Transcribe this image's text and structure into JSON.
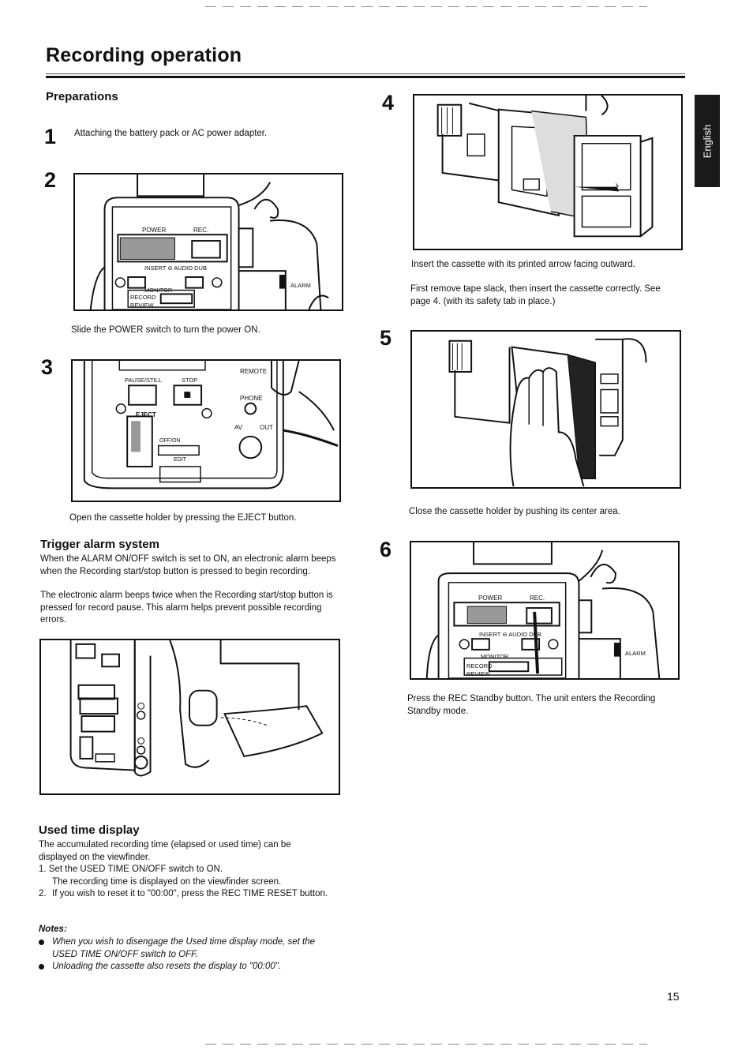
{
  "page": {
    "title": "Recording operation",
    "language_tab": "English",
    "page_number": "15"
  },
  "left": {
    "preparations_heading": "Preparations",
    "step1_number": "1",
    "step1_text": "Attaching the battery pack or AC power adapter.",
    "step2_number": "2",
    "step2_caption": "Slide the POWER switch to turn the power ON.",
    "step2_fig": {
      "power": "POWER",
      "rec": "REC.",
      "insert_audio": "INSERT ⊖ AUDIO DUB",
      "monitor": "MONITOR",
      "record": "RECORD",
      "review": "REVIEW",
      "alarm": "ALARM"
    },
    "step3_number": "3",
    "step3_caption": "Open the cassette holder by pressing the EJECT button.",
    "step3_fig": {
      "pause": "PAUSE/STILL",
      "stop": "STOP",
      "eject": "EJECT",
      "offon": "OFF/ON",
      "edit": "EDIT",
      "remote": "REMOTE",
      "phone": "PHONE",
      "av": "AV",
      "out": "OUT"
    },
    "trigger_heading": "Trigger alarm system",
    "trigger_p1": "When the ALARM ON/OFF switch is set to ON, an electronic alarm beeps when the Recording start/stop button is pressed to begin recording.",
    "trigger_p2": "The electronic alarm beeps twice when the Recording start/stop button is pressed for record pause. This alarm helps prevent possible recording errors.",
    "used_heading": "Used time display",
    "used_p1": "The accumulated recording time (elapsed or used time) can be displayed on the viewfinder.",
    "used_items": [
      {
        "n": "1.",
        "text": "Set the USED TIME ON/OFF switch to ON.",
        "sub": "The recording time is displayed on the viewfinder screen."
      },
      {
        "n": "2.",
        "text": "If you wish to reset it to \"00:00\", press the REC TIME RESET button.",
        "sub": ""
      }
    ],
    "notes_heading": "Notes:",
    "notes": [
      "When you wish to disengage the Used time display mode, set the USED TIME ON/OFF switch to OFF.",
      "Unloading the cassette also resets the display to \"00:00\"."
    ]
  },
  "right": {
    "step4_number": "4",
    "step4_caption1": "Insert the cassette with its printed arrow facing outward.",
    "step4_caption2": "First remove tape slack, then insert the cassette correctly. See page 4. (with its safety tab in place.)",
    "step5_number": "5",
    "step5_caption": "Close the cassette holder by pushing its center area.",
    "step6_number": "6",
    "step6_caption": "Press the REC Standby button. The unit enters the Recording Standby mode.",
    "step6_fig": {
      "power": "POWER",
      "rec": "REC.",
      "insert_audio": "INSERT ⊖ AUDIO DUB",
      "monitor": "MONITOR",
      "record": "RECORD",
      "review": "REVIEW",
      "alarm": "ALARM"
    }
  }
}
